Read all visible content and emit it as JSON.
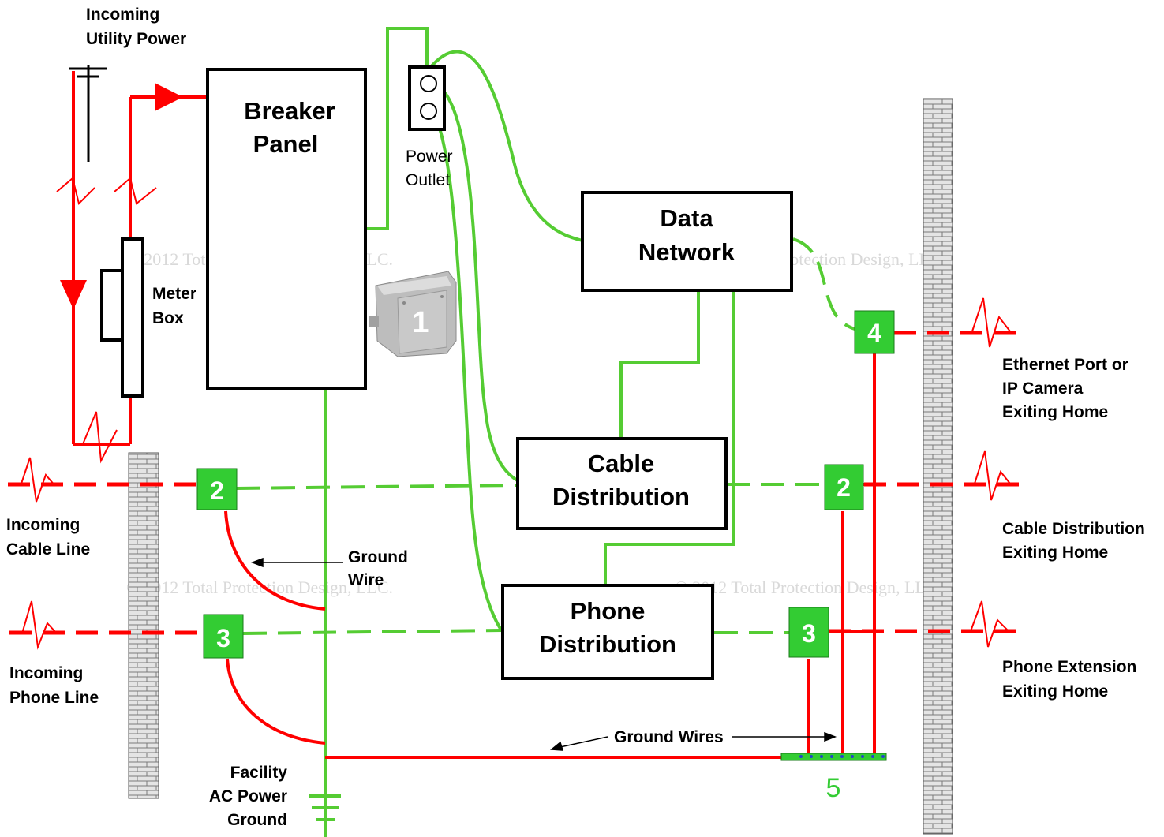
{
  "labels": {
    "incoming_power_1": "Incoming",
    "incoming_power_2": "Utility Power",
    "breaker_1": "Breaker",
    "breaker_2": "Panel",
    "power_outlet_1": "Power",
    "power_outlet_2": "Outlet",
    "meter_1": "Meter",
    "meter_2": "Box",
    "data_network_1": "Data",
    "data_network_2": "Network",
    "cable_dist_1": "Cable",
    "cable_dist_2": "Distribution",
    "phone_dist_1": "Phone",
    "phone_dist_2": "Distribution",
    "incoming_cable_1": "Incoming",
    "incoming_cable_2": "Cable Line",
    "incoming_phone_1": "Incoming",
    "incoming_phone_2": "Phone Line",
    "ground_wire_1": "Ground",
    "ground_wire_2": "Wire",
    "ground_wires": "Ground Wires",
    "facility_1": "Facility",
    "facility_2": "AC Power",
    "facility_3": "Ground",
    "ethernet_1": "Ethernet Port or",
    "ethernet_2": "IP  Camera",
    "ethernet_3": "Exiting Home",
    "cable_exit_1": "Cable Distribution",
    "cable_exit_2": "Exiting Home",
    "phone_exit_1": "Phone Extension",
    "phone_exit_2": "Exiting Home"
  },
  "markers": {
    "m1": "1",
    "m2_left": "2",
    "m2_right": "2",
    "m3_left": "3",
    "m3_right": "3",
    "m4": "4",
    "m5": "5"
  },
  "watermark": "© 2012 Total Protection Design, LLC.",
  "colors": {
    "power_line": "#ff0000",
    "data_line": "#55cc33",
    "marker_fill": "#33cc33",
    "brick": "#c8c8c8"
  }
}
